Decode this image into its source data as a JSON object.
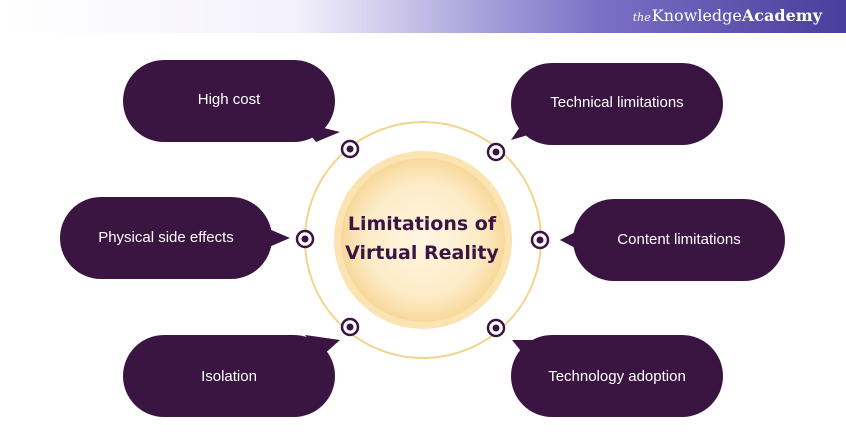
{
  "header": {
    "brand_prefix": "the",
    "brand_main": "Knowledge",
    "brand_accent": "Academy"
  },
  "diagram": {
    "center_line1": "Limitations of",
    "center_line2": "Virtual Reality",
    "items": [
      {
        "label": "High cost"
      },
      {
        "label": "Technical limitations"
      },
      {
        "label": "Physical side effects"
      },
      {
        "label": "Content limitations"
      },
      {
        "label": "Isolation"
      },
      {
        "label": "Technology adoption"
      }
    ]
  },
  "colors": {
    "bubble": "#3b1542",
    "center_fill": "#fde9c2",
    "ring": "#f0c96b",
    "header_accent": "#4a3d9c"
  }
}
